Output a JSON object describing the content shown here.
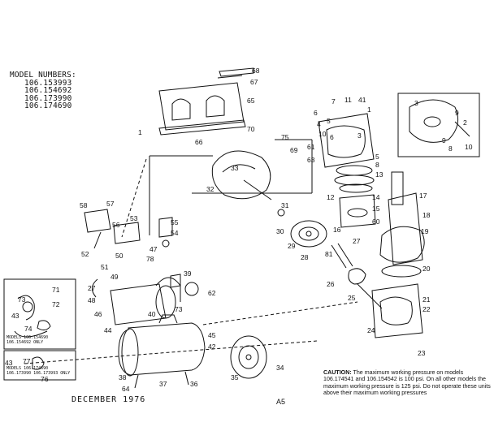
{
  "model_numbers": {
    "heading": "MODEL NUMBERS:",
    "items": [
      "106.153993",
      "106.154692",
      "106.173990",
      "106.174690"
    ]
  },
  "caution": {
    "label": "CAUTION:",
    "text": "The maximum working pressure on models 106.174541 and 106.154542 is 100 psi. On all other models the maximum working pressure is 125 psi. Do not operate these units above their maximum working pressures"
  },
  "footer": {
    "date": "DECEMBER 1976",
    "page": "A5"
  },
  "inset_notes": {
    "left_top": "MODELS 106.154690 106.154692 ONLY",
    "left_bottom": "MODELS 106.174690 106.173990 106.173993 ONLY"
  },
  "colors": {
    "ink": "#111111",
    "paper": "#ffffff"
  },
  "callouts": [
    {
      "n": "68"
    },
    {
      "n": "67"
    },
    {
      "n": "65"
    },
    {
      "n": "1"
    },
    {
      "n": "70"
    },
    {
      "n": "66"
    },
    {
      "n": "75"
    },
    {
      "n": "69"
    },
    {
      "n": "7"
    },
    {
      "n": "11"
    },
    {
      "n": "41"
    },
    {
      "n": "1"
    },
    {
      "n": "6"
    },
    {
      "n": "4"
    },
    {
      "n": "5"
    },
    {
      "n": "10"
    },
    {
      "n": "6"
    },
    {
      "n": "3"
    },
    {
      "n": "61"
    },
    {
      "n": "63"
    },
    {
      "n": "5"
    },
    {
      "n": "8"
    },
    {
      "n": "13"
    },
    {
      "n": "12"
    },
    {
      "n": "14"
    },
    {
      "n": "15"
    },
    {
      "n": "16"
    },
    {
      "n": "60"
    },
    {
      "n": "17"
    },
    {
      "n": "18"
    },
    {
      "n": "19"
    },
    {
      "n": "20"
    },
    {
      "n": "33"
    },
    {
      "n": "32"
    },
    {
      "n": "31"
    },
    {
      "n": "30"
    },
    {
      "n": "29"
    },
    {
      "n": "28"
    },
    {
      "n": "81"
    },
    {
      "n": "27"
    },
    {
      "n": "26"
    },
    {
      "n": "58"
    },
    {
      "n": "57"
    },
    {
      "n": "56"
    },
    {
      "n": "53"
    },
    {
      "n": "55"
    },
    {
      "n": "54"
    },
    {
      "n": "47"
    },
    {
      "n": "78"
    },
    {
      "n": "52"
    },
    {
      "n": "50"
    },
    {
      "n": "51"
    },
    {
      "n": "49"
    },
    {
      "n": "39"
    },
    {
      "n": "62"
    },
    {
      "n": "27"
    },
    {
      "n": "40"
    },
    {
      "n": "48"
    },
    {
      "n": "73"
    },
    {
      "n": "46"
    },
    {
      "n": "44"
    },
    {
      "n": "71"
    },
    {
      "n": "72"
    },
    {
      "n": "73"
    },
    {
      "n": "43"
    },
    {
      "n": "74"
    },
    {
      "n": "45"
    },
    {
      "n": "42"
    },
    {
      "n": "38"
    },
    {
      "n": "37"
    },
    {
      "n": "36"
    },
    {
      "n": "64"
    },
    {
      "n": "35"
    },
    {
      "n": "34"
    },
    {
      "n": "43"
    },
    {
      "n": "77"
    },
    {
      "n": "76"
    },
    {
      "n": "25"
    },
    {
      "n": "21"
    },
    {
      "n": "22"
    },
    {
      "n": "24"
    },
    {
      "n": "23"
    },
    {
      "n": "3"
    },
    {
      "n": "9"
    },
    {
      "n": "2"
    },
    {
      "n": "9"
    },
    {
      "n": "8"
    },
    {
      "n": "10"
    }
  ]
}
